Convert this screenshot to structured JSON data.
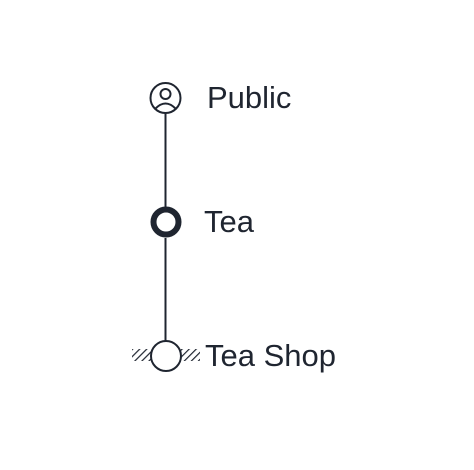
{
  "lineage": {
    "nodes": [
      {
        "label": "Public",
        "icon": "user-circle-icon",
        "kind": "root"
      },
      {
        "label": "Tea",
        "icon": "ring-icon",
        "kind": "intermediate"
      },
      {
        "label": "Tea Shop",
        "icon": "hatched-circle-icon",
        "kind": "current"
      }
    ],
    "colors": {
      "stroke": "#1f2530",
      "background": "#ffffff"
    }
  }
}
